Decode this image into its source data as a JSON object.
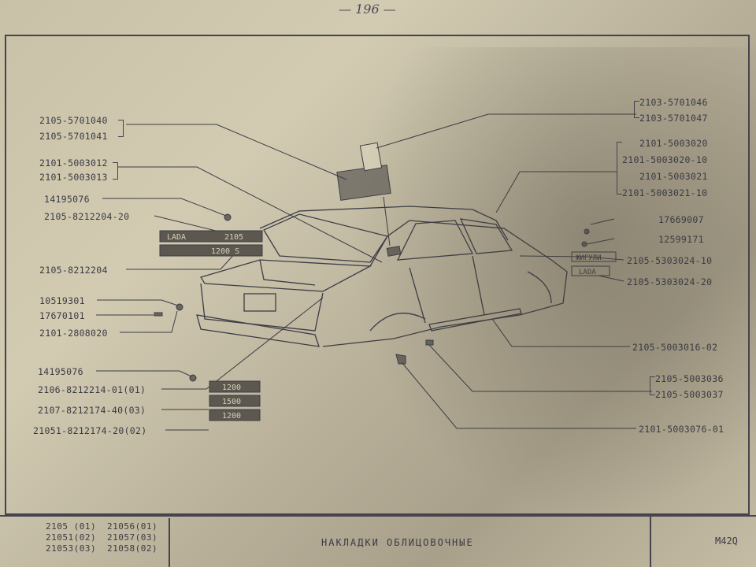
{
  "page_number": "— 196 —",
  "labels_left": [
    {
      "id": "l1",
      "text": "2105-5701040"
    },
    {
      "id": "l2",
      "text": "2105-5701041"
    },
    {
      "id": "l3",
      "text": "2101-5003012"
    },
    {
      "id": "l4",
      "text": "2101-5003013"
    },
    {
      "id": "l5",
      "text": "14195076"
    },
    {
      "id": "l6",
      "text": "2105-8212204-20"
    },
    {
      "id": "l7",
      "text": "2105-8212204"
    },
    {
      "id": "l8",
      "text": "10519301"
    },
    {
      "id": "l9",
      "text": "17670101"
    },
    {
      "id": "l10",
      "text": "2101-2808020"
    },
    {
      "id": "l11",
      "text": "14195076"
    },
    {
      "id": "l12",
      "text": "2106-8212214-01(01)"
    },
    {
      "id": "l13",
      "text": "2107-8212174-40(03)"
    },
    {
      "id": "l14",
      "text": "21051-8212174-20(02)"
    }
  ],
  "labels_right": [
    {
      "id": "r1",
      "text": "2103-5701046"
    },
    {
      "id": "r2",
      "text": "2103-5701047"
    },
    {
      "id": "r3",
      "text": "2101-5003020"
    },
    {
      "id": "r4",
      "text": "2101-5003020-10"
    },
    {
      "id": "r5",
      "text": "2101-5003021"
    },
    {
      "id": "r6",
      "text": "2101-5003021-10"
    },
    {
      "id": "r7",
      "text": "17669007"
    },
    {
      "id": "r8",
      "text": "12599171"
    },
    {
      "id": "r9",
      "text": "2105-5303024-10"
    },
    {
      "id": "r10",
      "text": "2105-5303024-20"
    },
    {
      "id": "r11",
      "text": "2105-5003016-02"
    },
    {
      "id": "r12",
      "text": "2105-5003036"
    },
    {
      "id": "r13",
      "text": "2105-5003037"
    },
    {
      "id": "r14",
      "text": "2101-5003076-01"
    }
  ],
  "badges": {
    "lada": "LADA",
    "model": "2105",
    "engine": "1200 S",
    "nameplate_1": "1200",
    "nameplate_2": "1500",
    "nameplate_3": "1200",
    "side_badge_1": "ЖИГУЛИ",
    "side_badge_2": "LADA"
  },
  "footer": {
    "models": [
      {
        "a": "2105 (01)",
        "b": "21056(01)"
      },
      {
        "a": "21051(02)",
        "b": "21057(03)"
      },
      {
        "a": "21053(03)",
        "b": "21058(02)"
      }
    ],
    "title": "НАКЛАДКИ ОБЛИЦОВОЧНЫЕ",
    "code": "М42Q"
  }
}
